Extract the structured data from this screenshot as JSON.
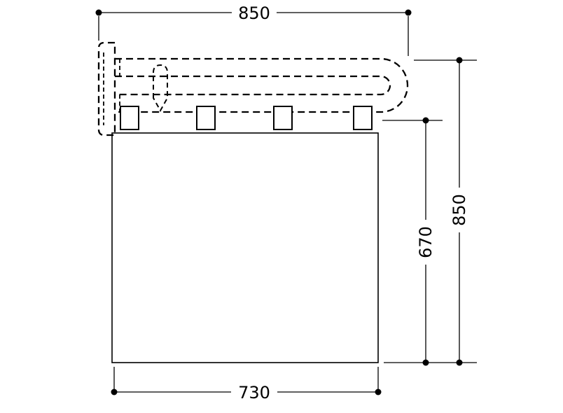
{
  "page": {
    "background": "#ffffff",
    "line_color": "#000000"
  },
  "dimensions": {
    "top_width": "850",
    "overall_height": "850",
    "panel_height": "670",
    "panel_width": "730"
  }
}
